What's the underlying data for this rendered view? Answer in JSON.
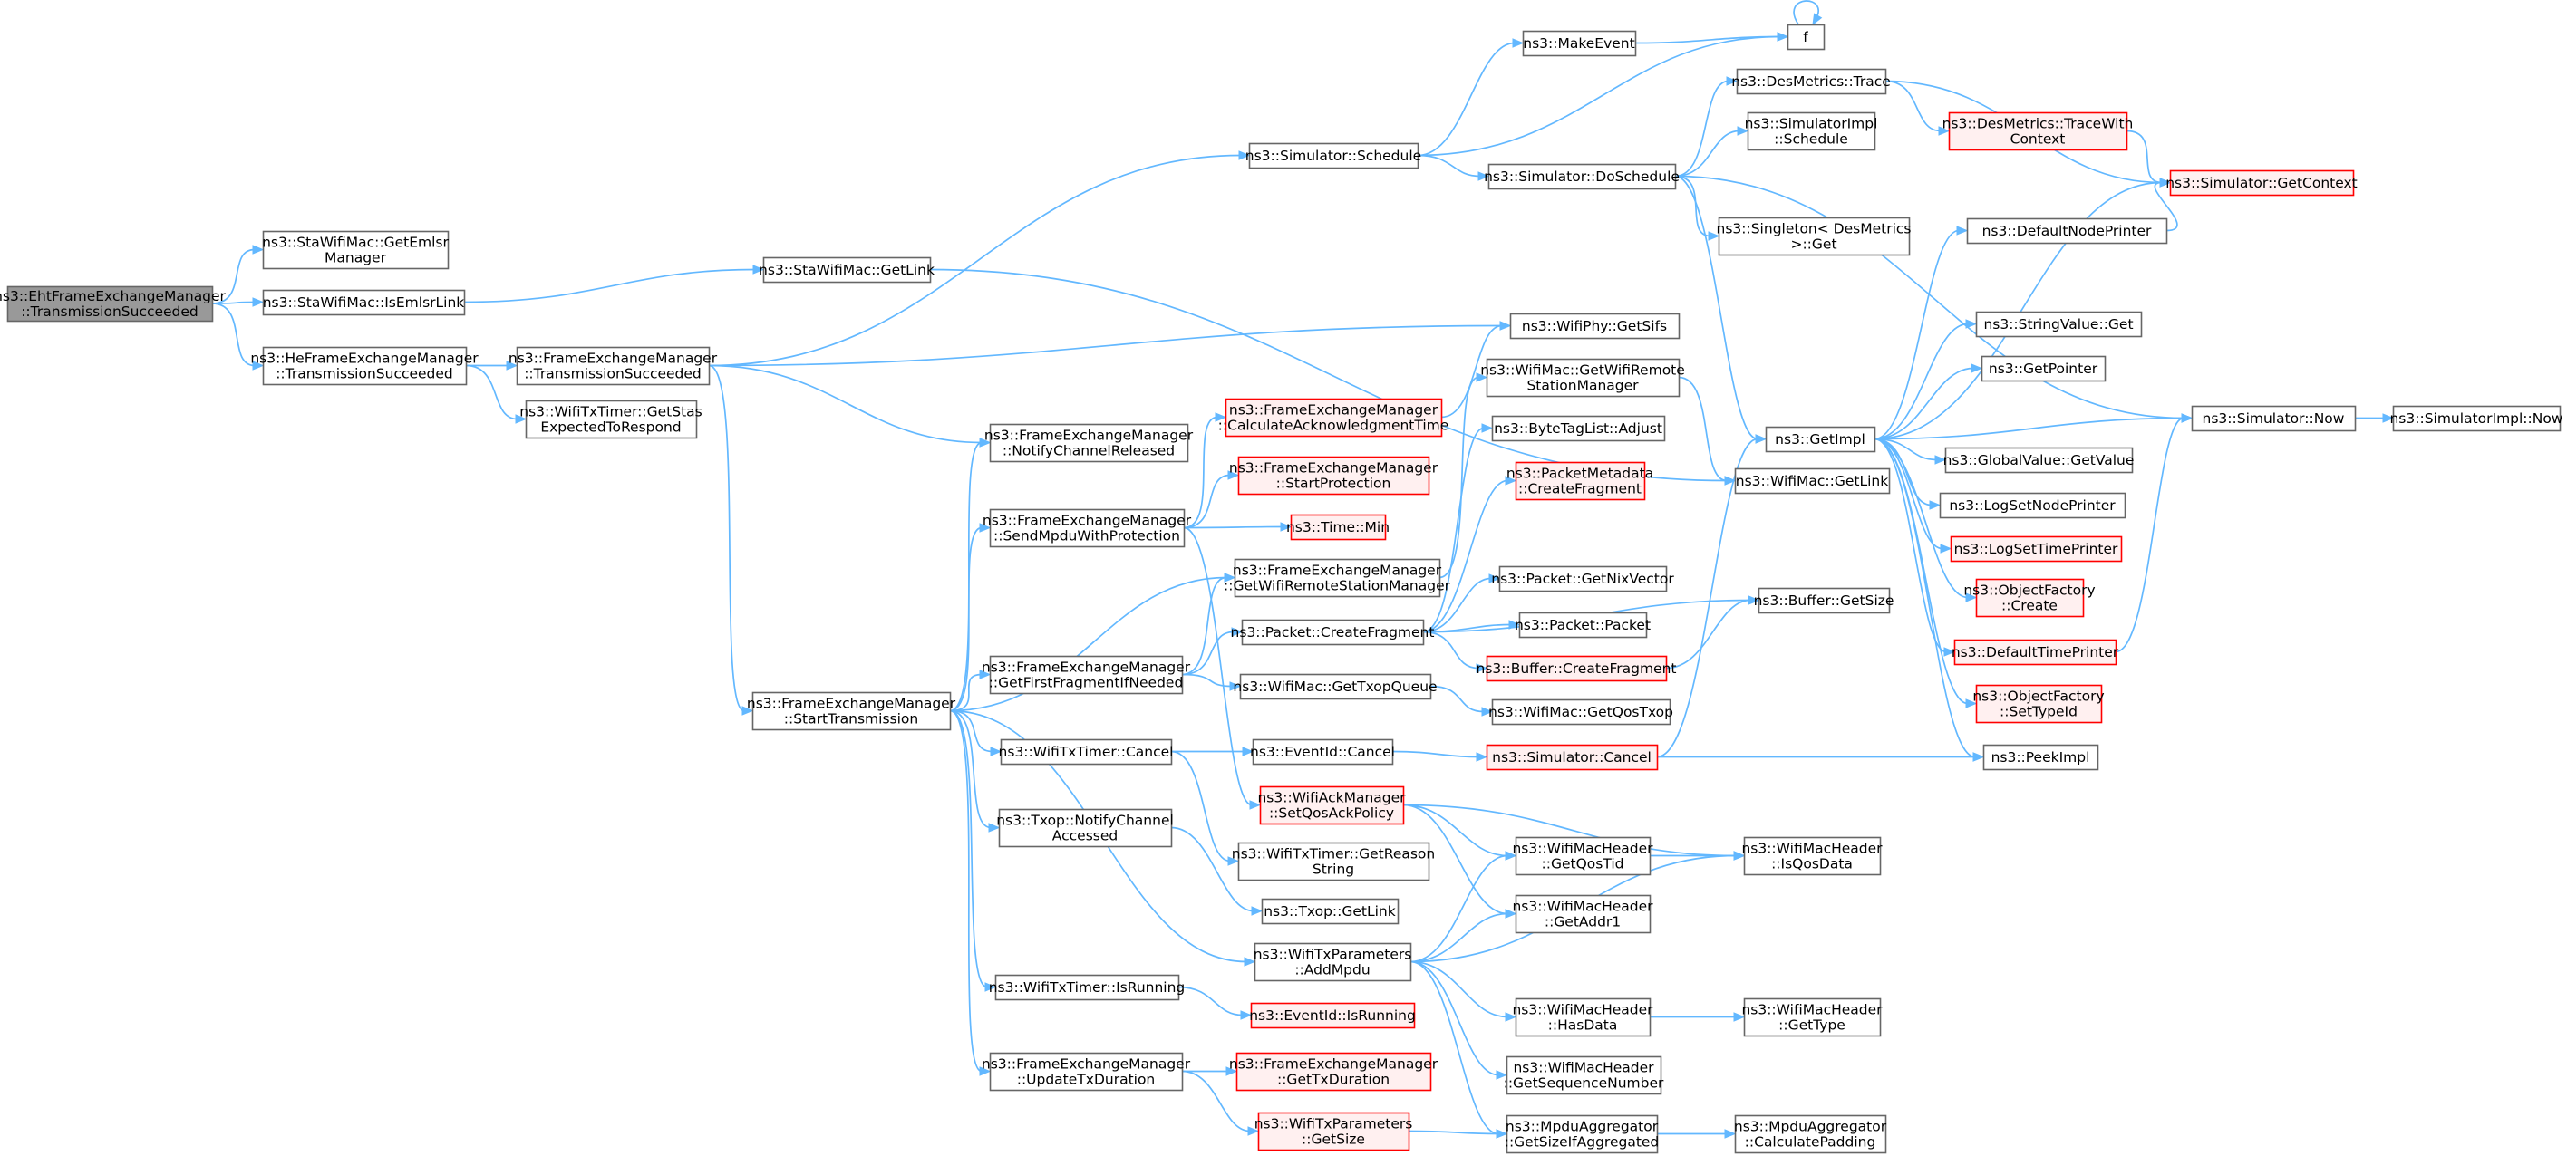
{
  "colors": {
    "edge": "#63b8ff",
    "node_border": "#666666",
    "node_fill": "#ffffff",
    "root_fill": "#999999",
    "root_border": "#666666",
    "truncated_border": "#ff0000",
    "truncated_fill": "#fff0f0"
  },
  "nodes": [
    {
      "id": "n0",
      "lines": [
        "ns3::EhtFrameExchangeManager",
        "::TransmissionSucceeded"
      ],
      "style": "root"
    },
    {
      "id": "n1",
      "lines": [
        "ns3::StaWifiMac::GetEmlsr",
        "Manager"
      ],
      "style": "normal"
    },
    {
      "id": "n2",
      "lines": [
        "ns3::StaWifiMac::IsEmlsrLink"
      ],
      "style": "normal"
    },
    {
      "id": "n3",
      "lines": [
        "ns3::HeFrameExchangeManager",
        "::TransmissionSucceeded"
      ],
      "style": "normal"
    },
    {
      "id": "n4",
      "lines": [
        "ns3::StaWifiMac::GetLink"
      ],
      "style": "normal"
    },
    {
      "id": "n5",
      "lines": [
        "ns3::FrameExchangeManager",
        "::TransmissionSucceeded"
      ],
      "style": "normal"
    },
    {
      "id": "n6",
      "lines": [
        "ns3::WifiTxTimer::GetStas",
        "ExpectedToRespond"
      ],
      "style": "normal"
    },
    {
      "id": "n7",
      "lines": [
        "ns3::Simulator::Schedule"
      ],
      "style": "normal"
    },
    {
      "id": "n8",
      "lines": [
        "ns3::MakeEvent"
      ],
      "style": "normal"
    },
    {
      "id": "n9",
      "lines": [
        "f"
      ],
      "style": "normal"
    },
    {
      "id": "n10",
      "lines": [
        "ns3::Simulator::DoSchedule"
      ],
      "style": "normal"
    },
    {
      "id": "n11",
      "lines": [
        "ns3::DesMetrics::Trace"
      ],
      "style": "normal"
    },
    {
      "id": "n12",
      "lines": [
        "ns3::SimulatorImpl",
        "::Schedule"
      ],
      "style": "normal"
    },
    {
      "id": "n13",
      "lines": [
        "ns3::DesMetrics::TraceWith",
        "Context"
      ],
      "style": "truncated"
    },
    {
      "id": "n14",
      "lines": [
        "ns3::Simulator::GetContext"
      ],
      "style": "truncated"
    },
    {
      "id": "n15",
      "lines": [
        "ns3::Singleton< DesMetrics",
        " >::Get"
      ],
      "style": "normal"
    },
    {
      "id": "n16",
      "lines": [
        "ns3::DefaultNodePrinter"
      ],
      "style": "normal"
    },
    {
      "id": "n17",
      "lines": [
        "ns3::WifiPhy::GetSifs"
      ],
      "style": "normal"
    },
    {
      "id": "n18",
      "lines": [
        "ns3::StringValue::Get"
      ],
      "style": "normal"
    },
    {
      "id": "n19",
      "lines": [
        "ns3::GetPointer"
      ],
      "style": "normal"
    },
    {
      "id": "n20",
      "lines": [
        "ns3::FrameExchangeManager",
        "::CalculateAcknowledgmentTime"
      ],
      "style": "truncated"
    },
    {
      "id": "n21",
      "lines": [
        "ns3::WifiMac::GetWifiRemote",
        "StationManager"
      ],
      "style": "normal"
    },
    {
      "id": "n22",
      "lines": [
        "ns3::Simulator::Now"
      ],
      "style": "normal"
    },
    {
      "id": "n23",
      "lines": [
        "ns3::SimulatorImpl::Now"
      ],
      "style": "normal"
    },
    {
      "id": "n24",
      "lines": [
        "ns3::GetImpl"
      ],
      "style": "normal"
    },
    {
      "id": "n25",
      "lines": [
        "ns3::FrameExchangeManager",
        "::NotifyChannelReleased"
      ],
      "style": "normal"
    },
    {
      "id": "n26",
      "lines": [
        "ns3::ByteTagList::Adjust"
      ],
      "style": "normal"
    },
    {
      "id": "n27",
      "lines": [
        "ns3::GlobalValue::GetValue"
      ],
      "style": "normal"
    },
    {
      "id": "n28",
      "lines": [
        "ns3::FrameExchangeManager",
        "::StartProtection"
      ],
      "style": "truncated"
    },
    {
      "id": "n29",
      "lines": [
        "ns3::PacketMetadata",
        "::CreateFragment"
      ],
      "style": "truncated"
    },
    {
      "id": "n30",
      "lines": [
        "ns3::WifiMac::GetLink"
      ],
      "style": "normal"
    },
    {
      "id": "n31",
      "lines": [
        "ns3::LogSetNodePrinter"
      ],
      "style": "normal"
    },
    {
      "id": "n32",
      "lines": [
        "ns3::FrameExchangeManager",
        "::SendMpduWithProtection"
      ],
      "style": "normal"
    },
    {
      "id": "n33",
      "lines": [
        "ns3::Time::Min"
      ],
      "style": "truncated"
    },
    {
      "id": "n34",
      "lines": [
        "ns3::LogSetTimePrinter"
      ],
      "style": "truncated"
    },
    {
      "id": "n35",
      "lines": [
        "ns3::FrameExchangeManager",
        "::GetWifiRemoteStationManager"
      ],
      "style": "normal"
    },
    {
      "id": "n36",
      "lines": [
        "ns3::Packet::GetNixVector"
      ],
      "style": "normal"
    },
    {
      "id": "n37",
      "lines": [
        "ns3::ObjectFactory",
        "::Create"
      ],
      "style": "truncated"
    },
    {
      "id": "n38",
      "lines": [
        "ns3::Buffer::GetSize"
      ],
      "style": "normal"
    },
    {
      "id": "n39",
      "lines": [
        "ns3::Packet::CreateFragment"
      ],
      "style": "normal"
    },
    {
      "id": "n40",
      "lines": [
        "ns3::Packet::Packet"
      ],
      "style": "normal"
    },
    {
      "id": "n41",
      "lines": [
        "ns3::DefaultTimePrinter"
      ],
      "style": "truncated"
    },
    {
      "id": "n42",
      "lines": [
        "ns3::FrameExchangeManager",
        "::GetFirstFragmentIfNeeded"
      ],
      "style": "normal"
    },
    {
      "id": "n43",
      "lines": [
        "ns3::Buffer::CreateFragment"
      ],
      "style": "truncated"
    },
    {
      "id": "n44",
      "lines": [
        "ns3::FrameExchangeManager",
        "::StartTransmission"
      ],
      "style": "normal"
    },
    {
      "id": "n45",
      "lines": [
        "ns3::WifiMac::GetTxopQueue"
      ],
      "style": "normal"
    },
    {
      "id": "n46",
      "lines": [
        "ns3::ObjectFactory",
        "::SetTypeId"
      ],
      "style": "truncated"
    },
    {
      "id": "n47",
      "lines": [
        "ns3::WifiMac::GetQosTxop"
      ],
      "style": "normal"
    },
    {
      "id": "n48",
      "lines": [
        "ns3::WifiTxTimer::Cancel"
      ],
      "style": "normal"
    },
    {
      "id": "n49",
      "lines": [
        "ns3::EventId::Cancel"
      ],
      "style": "normal"
    },
    {
      "id": "n50",
      "lines": [
        "ns3::Simulator::Cancel"
      ],
      "style": "truncated"
    },
    {
      "id": "n51",
      "lines": [
        "ns3::PeekImpl"
      ],
      "style": "normal"
    },
    {
      "id": "n52",
      "lines": [
        "ns3::WifiAckManager",
        "::SetQosAckPolicy"
      ],
      "style": "truncated"
    },
    {
      "id": "n53",
      "lines": [
        "ns3::Txop::NotifyChannel",
        "Accessed"
      ],
      "style": "normal"
    },
    {
      "id": "n54",
      "lines": [
        "ns3::WifiMacHeader",
        "::GetQosTid"
      ],
      "style": "normal"
    },
    {
      "id": "n55",
      "lines": [
        "ns3::WifiMacHeader",
        "::IsQosData"
      ],
      "style": "normal"
    },
    {
      "id": "n56",
      "lines": [
        "ns3::WifiTxTimer::GetReason",
        "String"
      ],
      "style": "normal"
    },
    {
      "id": "n57",
      "lines": [
        "ns3::WifiMacHeader",
        "::GetAddr1"
      ],
      "style": "normal"
    },
    {
      "id": "n58",
      "lines": [
        "ns3::Txop::GetLink"
      ],
      "style": "normal"
    },
    {
      "id": "n59",
      "lines": [
        "ns3::WifiTxParameters",
        "::AddMpdu"
      ],
      "style": "normal"
    },
    {
      "id": "n60",
      "lines": [
        "ns3::WifiTxTimer::IsRunning"
      ],
      "style": "normal"
    },
    {
      "id": "n61",
      "lines": [
        "ns3::WifiMacHeader",
        "::HasData"
      ],
      "style": "normal"
    },
    {
      "id": "n62",
      "lines": [
        "ns3::WifiMacHeader",
        "::GetType"
      ],
      "style": "normal"
    },
    {
      "id": "n63",
      "lines": [
        "ns3::EventId::IsRunning"
      ],
      "style": "truncated"
    },
    {
      "id": "n64",
      "lines": [
        "ns3::WifiMacHeader",
        "::GetSequenceNumber"
      ],
      "style": "normal"
    },
    {
      "id": "n65",
      "lines": [
        "ns3::FrameExchangeManager",
        "::UpdateTxDuration"
      ],
      "style": "normal"
    },
    {
      "id": "n66",
      "lines": [
        "ns3::FrameExchangeManager",
        "::GetTxDuration"
      ],
      "style": "truncated"
    },
    {
      "id": "n67",
      "lines": [
        "ns3::WifiTxParameters",
        "::GetSize"
      ],
      "style": "truncated"
    },
    {
      "id": "n68",
      "lines": [
        "ns3::MpduAggregator",
        "::GetSizeIfAggregated"
      ],
      "style": "normal"
    },
    {
      "id": "n69",
      "lines": [
        "ns3::MpduAggregator",
        "::CalculatePadding"
      ],
      "style": "normal"
    }
  ],
  "edges": [
    [
      "n0",
      "n1"
    ],
    [
      "n0",
      "n2"
    ],
    [
      "n0",
      "n3"
    ],
    [
      "n2",
      "n4"
    ],
    [
      "n3",
      "n5"
    ],
    [
      "n3",
      "n6"
    ],
    [
      "n4",
      "n30"
    ],
    [
      "n5",
      "n7"
    ],
    [
      "n5",
      "n17"
    ],
    [
      "n5",
      "n25"
    ],
    [
      "n5",
      "n44"
    ],
    [
      "n7",
      "n8"
    ],
    [
      "n7",
      "n9"
    ],
    [
      "n7",
      "n10"
    ],
    [
      "n8",
      "n9"
    ],
    [
      "n9",
      "n9"
    ],
    [
      "n10",
      "n11"
    ],
    [
      "n10",
      "n12"
    ],
    [
      "n10",
      "n15"
    ],
    [
      "n10",
      "n22"
    ],
    [
      "n10",
      "n24"
    ],
    [
      "n11",
      "n13"
    ],
    [
      "n11",
      "n14"
    ],
    [
      "n13",
      "n14"
    ],
    [
      "n16",
      "n14"
    ],
    [
      "n20",
      "n17"
    ],
    [
      "n21",
      "n30"
    ],
    [
      "n22",
      "n23"
    ],
    [
      "n24",
      "n14"
    ],
    [
      "n24",
      "n16"
    ],
    [
      "n24",
      "n18"
    ],
    [
      "n24",
      "n19"
    ],
    [
      "n24",
      "n22"
    ],
    [
      "n24",
      "n27"
    ],
    [
      "n24",
      "n31"
    ],
    [
      "n24",
      "n34"
    ],
    [
      "n24",
      "n37"
    ],
    [
      "n24",
      "n41"
    ],
    [
      "n24",
      "n46"
    ],
    [
      "n24",
      "n51"
    ],
    [
      "n32",
      "n20"
    ],
    [
      "n32",
      "n28"
    ],
    [
      "n32",
      "n33"
    ],
    [
      "n32",
      "n52"
    ],
    [
      "n35",
      "n21"
    ],
    [
      "n39",
      "n26"
    ],
    [
      "n39",
      "n29"
    ],
    [
      "n39",
      "n36"
    ],
    [
      "n39",
      "n38"
    ],
    [
      "n39",
      "n40"
    ],
    [
      "n39",
      "n43"
    ],
    [
      "n41",
      "n22"
    ],
    [
      "n42",
      "n35"
    ],
    [
      "n42",
      "n39"
    ],
    [
      "n42",
      "n45"
    ],
    [
      "n43",
      "n38"
    ],
    [
      "n44",
      "n25"
    ],
    [
      "n44",
      "n32"
    ],
    [
      "n44",
      "n35"
    ],
    [
      "n44",
      "n42"
    ],
    [
      "n44",
      "n48"
    ],
    [
      "n44",
      "n53"
    ],
    [
      "n44",
      "n59"
    ],
    [
      "n44",
      "n60"
    ],
    [
      "n44",
      "n65"
    ],
    [
      "n45",
      "n47"
    ],
    [
      "n48",
      "n49"
    ],
    [
      "n48",
      "n56"
    ],
    [
      "n49",
      "n50"
    ],
    [
      "n50",
      "n24"
    ],
    [
      "n50",
      "n51"
    ],
    [
      "n52",
      "n54"
    ],
    [
      "n52",
      "n55"
    ],
    [
      "n52",
      "n57"
    ],
    [
      "n53",
      "n58"
    ],
    [
      "n54",
      "n55"
    ],
    [
      "n59",
      "n54"
    ],
    [
      "n59",
      "n55"
    ],
    [
      "n59",
      "n57"
    ],
    [
      "n59",
      "n61"
    ],
    [
      "n59",
      "n64"
    ],
    [
      "n59",
      "n68"
    ],
    [
      "n60",
      "n63"
    ],
    [
      "n61",
      "n62"
    ],
    [
      "n65",
      "n66"
    ],
    [
      "n65",
      "n67"
    ],
    [
      "n67",
      "n68"
    ],
    [
      "n68",
      "n69"
    ]
  ]
}
